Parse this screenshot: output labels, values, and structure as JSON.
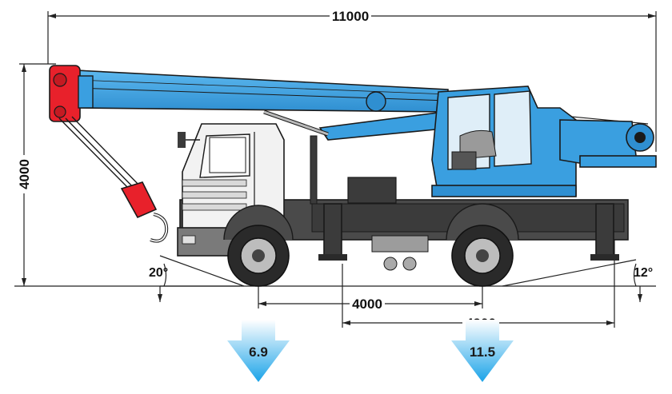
{
  "dimensions": {
    "overall_length": "11000",
    "height": "4000",
    "wheelbase": "4000",
    "rear_overhang_base": "4900"
  },
  "angles": {
    "front": "20°",
    "rear": "12°"
  },
  "axle_loads": {
    "front": "6.9",
    "rear": "11.5"
  },
  "colors": {
    "boom": "#3a9fe0",
    "boom_dark": "#2a7fbf",
    "hook": "#e8212b",
    "cab": "#f2f2f2",
    "chassis": "#3b3b3b",
    "arrow_top": "#ffffff",
    "arrow_bottom": "#1aa3e8"
  }
}
